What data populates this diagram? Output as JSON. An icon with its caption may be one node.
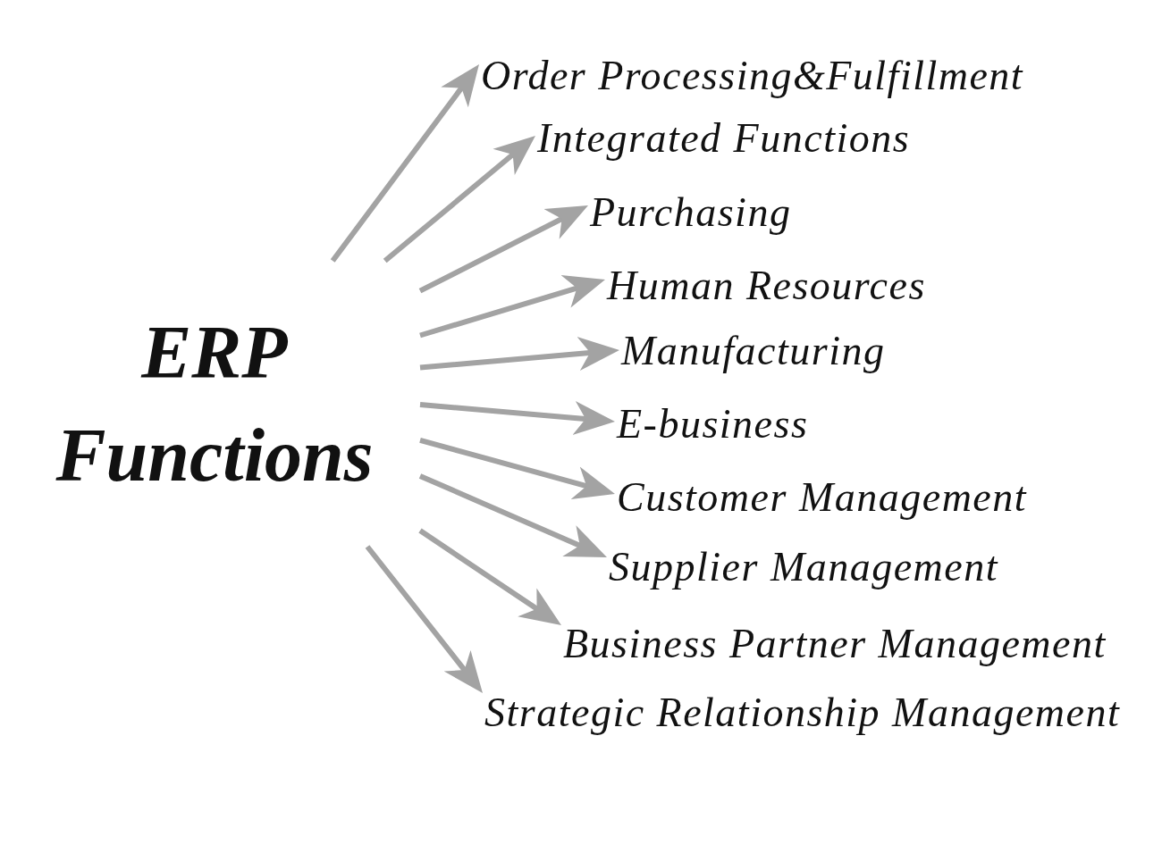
{
  "diagram": {
    "nodes": [
      {
        "text": [
          "ERP Functions"
        ]
      },
      {
        "text": [
          "Order Processing&Fulfillment"
        ]
      },
      {
        "text": [
          "Integrated Functions"
        ]
      },
      {
        "text": [
          "Purchasing"
        ]
      },
      {
        "text": [
          "Human Resources"
        ]
      },
      {
        "text": [
          "Manufacturing"
        ]
      },
      {
        "text": [
          "E-business"
        ]
      },
      {
        "text": [
          "Customer Management"
        ]
      },
      {
        "text": [
          "Supplier Management"
        ]
      },
      {
        "text": [
          "Business Partner Management"
        ]
      },
      {
        "text": [
          "Strategic Relationship Management"
        ]
      }
    ],
    "edges": [
      {
        "from": 0,
        "to": 1,
        "arrow": "to"
      },
      {
        "from": 0,
        "to": 2,
        "arrow": "to"
      },
      {
        "from": 0,
        "to": 3,
        "arrow": "to"
      },
      {
        "from": 0,
        "to": 4,
        "arrow": "to"
      },
      {
        "from": 0,
        "to": 5,
        "arrow": "to"
      },
      {
        "from": 0,
        "to": 6,
        "arrow": "to"
      },
      {
        "from": 0,
        "to": 7,
        "arrow": "to"
      },
      {
        "from": 0,
        "to": 8,
        "arrow": "to"
      },
      {
        "from": 0,
        "to": 9,
        "arrow": "to"
      },
      {
        "from": 0,
        "to": 10,
        "arrow": "to"
      }
    ]
  }
}
